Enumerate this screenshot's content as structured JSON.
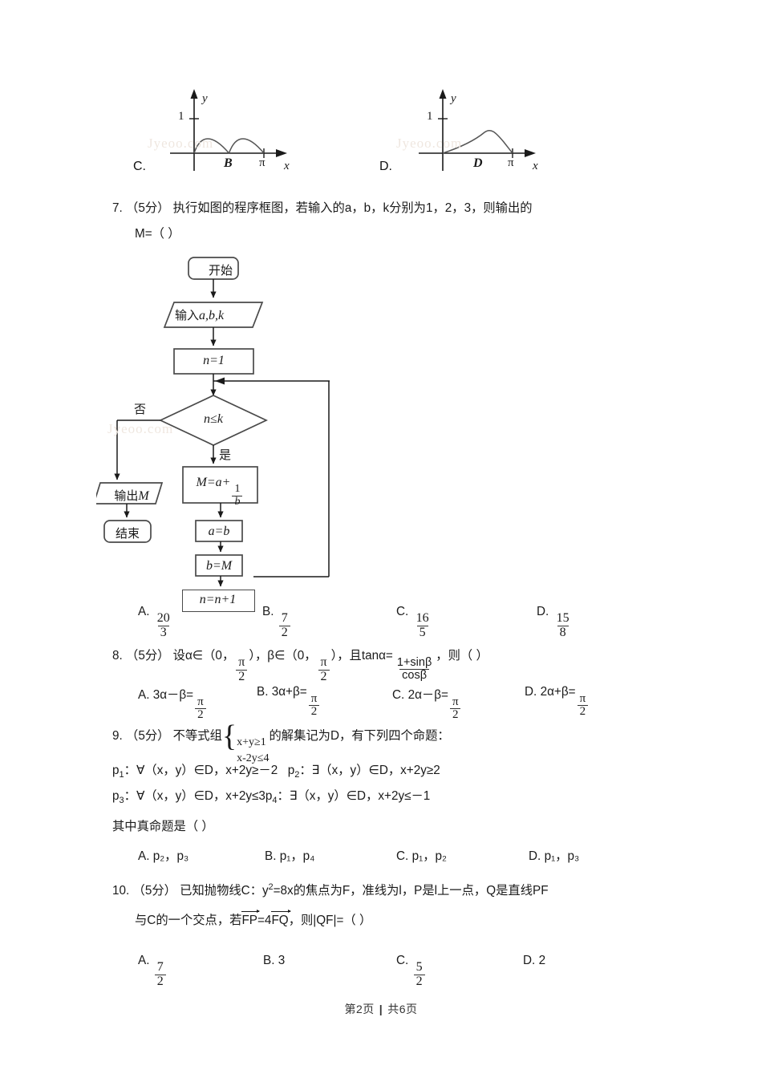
{
  "document": {
    "type": "exam-paper-page",
    "footer": {
      "page_label": "第2页",
      "separator": "|",
      "total_label": "共6页"
    },
    "watermark": "Jyeoo.com"
  },
  "top_options": {
    "option_c": {
      "label": "C.",
      "graph": {
        "y_axis_label": "y",
        "x_axis_label": "x",
        "y_tick": "1",
        "x_tick_mid": "B",
        "x_tick_end": "π",
        "shape": "two-half-sine-humps"
      }
    },
    "option_d": {
      "label": "D.",
      "graph": {
        "y_axis_label": "y",
        "x_axis_label": "x",
        "y_tick": "1",
        "x_tick_mid": "D",
        "x_tick_end": "π",
        "shape": "single-skewed-hump"
      }
    }
  },
  "questions": [
    {
      "number": "7.",
      "score": "（5分）",
      "line1": "执行如图的程序框图，若输入的a，b，k分别为1，2，3，则输出的",
      "line2": "M=（        ）",
      "flowchart": {
        "start": "开始",
        "input": "输入",
        "input_vars": "a,b,k",
        "init": "n=1",
        "condition": "n≤k",
        "no_label": "否",
        "yes_label": "是",
        "assign_m_lhs": "M=a+",
        "assign_m_num": "1",
        "assign_m_den": "b",
        "assign_a": "a=b",
        "assign_b": "b=M",
        "increment": "n=n+1",
        "output": "输出",
        "output_var": "M",
        "end": "结束"
      },
      "choices": [
        {
          "key": "A.",
          "num": "20",
          "den": "3"
        },
        {
          "key": "B.",
          "num": "7",
          "den": "2"
        },
        {
          "key": "C.",
          "num": "16",
          "den": "5"
        },
        {
          "key": "D.",
          "num": "15",
          "den": "8"
        }
      ]
    },
    {
      "number": "8.",
      "score": "（5分）",
      "stem_a": "设α∈（0，",
      "stem_frac1_num": "π",
      "stem_frac1_den": "2",
      "stem_b": "），β∈（0，",
      "stem_frac2_num": "π",
      "stem_frac2_den": "2",
      "stem_c": "），且tanα=",
      "stem_frac3_num": "1+sinβ",
      "stem_frac3_den": "cosβ",
      "stem_d": "，则（        ）",
      "choices": [
        {
          "key": "A.",
          "expr": "3α－β=",
          "num": "π",
          "den": "2"
        },
        {
          "key": "B.",
          "expr": "3α+β=",
          "num": "π",
          "den": "2"
        },
        {
          "key": "C.",
          "expr": "2α－β=",
          "num": "π",
          "den": "2"
        },
        {
          "key": "D.",
          "expr": "2α+β=",
          "num": "π",
          "den": "2"
        }
      ]
    },
    {
      "number": "9.",
      "score": "（5分）",
      "stem_a": "不等式组",
      "system_line1": "x+y≥1",
      "system_line2": "x-2y≤4",
      "stem_b": "的解集记为D，有下列四个命题：",
      "propositions": [
        {
          "id": "p",
          "sub": "1",
          "text": "：∀（x，y）∈D，x+2y≥－2"
        },
        {
          "id": "p",
          "sub": "2",
          "text": "：∃（x，y）∈D，x+2y≥2"
        },
        {
          "id": "p",
          "sub": "3",
          "text": "：∀（x，y）∈D，x+2y≤3"
        },
        {
          "id": "p",
          "sub": "4",
          "text": "：∃（x，y）∈D，x+2y≤－1"
        }
      ],
      "ask": "其中真命题是（        ）",
      "choices": [
        {
          "key": "A.",
          "text": "p₂，p₃"
        },
        {
          "key": "B.",
          "text": "p₁，p₄"
        },
        {
          "key": "C.",
          "text": "p₁，p₂"
        },
        {
          "key": "D.",
          "text": "p₁，p₃"
        }
      ]
    },
    {
      "number": "10.",
      "score": "（5分）",
      "line1_a": "已知抛物线C：y",
      "line1_sup": "2",
      "line1_b": "=8x的焦点为F，准线为l，P是l上一点，Q是直线PF",
      "line2_a": "与C的一个交点，若",
      "line2_vec1": "FP",
      "line2_mid": "=4",
      "line2_vec2": "FQ",
      "line2_b": "，则|QF|=（        ）",
      "choices": [
        {
          "key": "A.",
          "num": "7",
          "den": "2"
        },
        {
          "key": "B.",
          "text": "3"
        },
        {
          "key": "C.",
          "num": "5",
          "den": "2"
        },
        {
          "key": "D.",
          "text": "2"
        }
      ]
    }
  ]
}
